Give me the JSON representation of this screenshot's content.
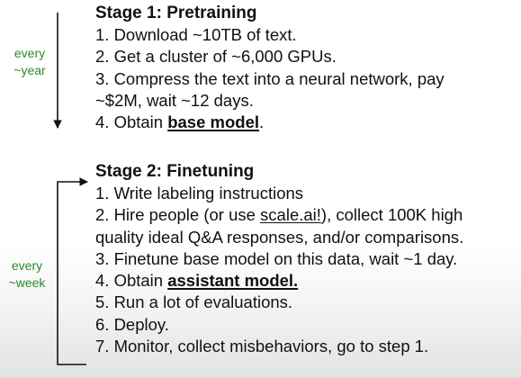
{
  "stage1": {
    "heading": "Stage 1: Pretraining",
    "frequency": "every ~year",
    "steps": [
      {
        "text": "1. Download ~10TB of text."
      },
      {
        "text": "2. Get a cluster of ~6,000 GPUs."
      },
      {
        "text": "3. Compress the text into a neural network, pay"
      },
      {
        "text": "~$2M, wait ~12 days."
      },
      {
        "prefix": "4. Obtain ",
        "emph": "base model",
        "suffix": "."
      }
    ]
  },
  "stage2": {
    "heading": "Stage 2: Finetuning",
    "frequency": "every ~week",
    "steps": [
      {
        "text": "1. Write labeling instructions"
      },
      {
        "prefix": "2. Hire people (or use ",
        "link": "scale.ai!",
        "suffix": "), collect 100K high"
      },
      {
        "text": "quality ideal Q&A responses, and/or comparisons."
      },
      {
        "text": "3. Finetune base model on this data, wait ~1 day."
      },
      {
        "prefix": "4. Obtain ",
        "emph": "assistant model.",
        "suffix": ""
      },
      {
        "text": "5. Run a lot of evaluations."
      },
      {
        "text": "6. Deploy."
      },
      {
        "text": "7. Monitor, collect misbehaviors, go to step 1."
      }
    ]
  },
  "colors": {
    "label_green": "#2a8a2a",
    "text": "#111111",
    "arrow": "#111111"
  }
}
